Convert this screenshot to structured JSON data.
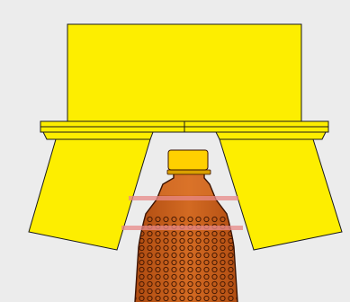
{
  "colors": {
    "background": "#ececec",
    "gripper_fill": "#fdee00",
    "gripper_stroke": "#1a1a1a",
    "cap_fill": "#ffd000",
    "liquid_fill": "#c95a16",
    "liquid_dark": "#8a3306",
    "bubble_stroke": "#3a1200",
    "sensor_beam": "#e88a88"
  },
  "components": {
    "top_block": "gripper-top-block",
    "crossbar": "gripper-crossbar",
    "left_jaw": "gripper-left-jaw",
    "right_jaw": "gripper-right-jaw",
    "bottle": "bottle",
    "bottle_cap": "bottle-cap",
    "sensor_beams": 2
  }
}
